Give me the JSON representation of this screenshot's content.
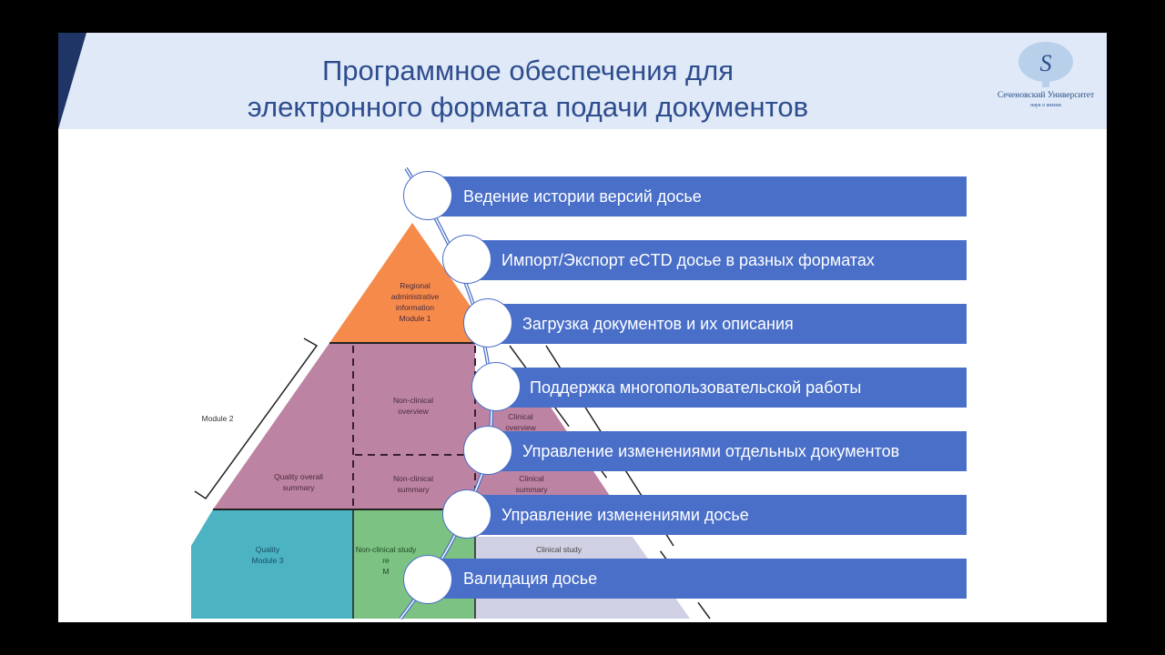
{
  "slide": {
    "title_line1": "Программное обеспечения для",
    "title_line2": "электронного формата подачи документов",
    "logo": {
      "name": "Сеченовский Университет",
      "motto": "наук о жизни"
    },
    "pyramid": {
      "module1": [
        "Regional",
        "administrative",
        "information",
        "Module 1"
      ],
      "module2_label": "Module 2",
      "quality_overall": [
        "Quality overall",
        "summary"
      ],
      "nonclinical_overview": [
        "Non-clinical",
        "overview"
      ],
      "nonclinical_summary": [
        "Non-clinical",
        "summary"
      ],
      "clinical_overview": [
        "Clinical",
        "overview"
      ],
      "clinical_summary": [
        "Clinical",
        "summary"
      ],
      "quality_module3": [
        "Quality",
        "Module 3"
      ],
      "nonclinical_study": [
        "Non-clinical study",
        "re",
        "M"
      ],
      "clinical_study": "Clinical study"
    },
    "features": [
      "Ведение истории версий досье",
      "Импорт/Экспорт eCTD досье в разных форматах",
      "Загрузка документов и их описания",
      "Поддержка многопользовательской работы",
      "Управление изменениями отдельных документов",
      "Управление изменениями досье",
      "Валидация досье"
    ],
    "colors": {
      "bar": "#4a6fc8",
      "orange": "#f58a4b",
      "pink": "#bd83a2",
      "teal": "#4bb3c2",
      "green": "#7cc283",
      "lavender": "#cfd0e3"
    }
  }
}
